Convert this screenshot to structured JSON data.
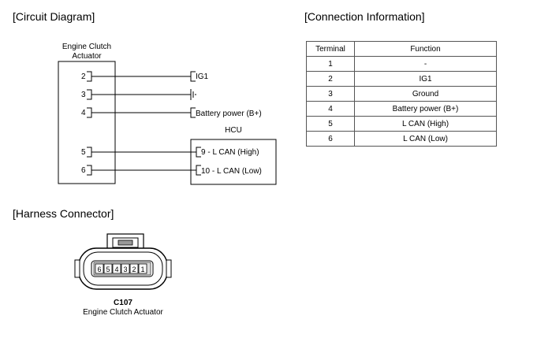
{
  "sections": {
    "circuit_diagram": "[Circuit Diagram]",
    "connection_info": "[Connection Information]",
    "harness_connector": "[Harness Connector]"
  },
  "circuit": {
    "component_label_line1": "Engine Clutch",
    "component_label_line2": "Actuator",
    "pins": [
      "2",
      "3",
      "4",
      "5",
      "6"
    ],
    "ig1_label": "IG1",
    "battery_label": "Battery power (B+)",
    "hcu_label": "HCU",
    "hcu_pin_high": "9 - L CAN (High)",
    "hcu_pin_low": "10 - L CAN (Low)"
  },
  "connection_table": {
    "headers": [
      "Terminal",
      "Function"
    ],
    "rows": [
      {
        "terminal": "1",
        "function": "-"
      },
      {
        "terminal": "2",
        "function": "IG1"
      },
      {
        "terminal": "3",
        "function": "Ground"
      },
      {
        "terminal": "4",
        "function": "Battery power (B+)"
      },
      {
        "terminal": "5",
        "function": "L CAN (High)"
      },
      {
        "terminal": "6",
        "function": "L CAN (Low)"
      }
    ]
  },
  "harness": {
    "connector_id": "C107",
    "connector_name": "Engine Clutch Actuator",
    "pin_numbers": [
      "6",
      "5",
      "4",
      "3",
      "2",
      "1"
    ]
  }
}
